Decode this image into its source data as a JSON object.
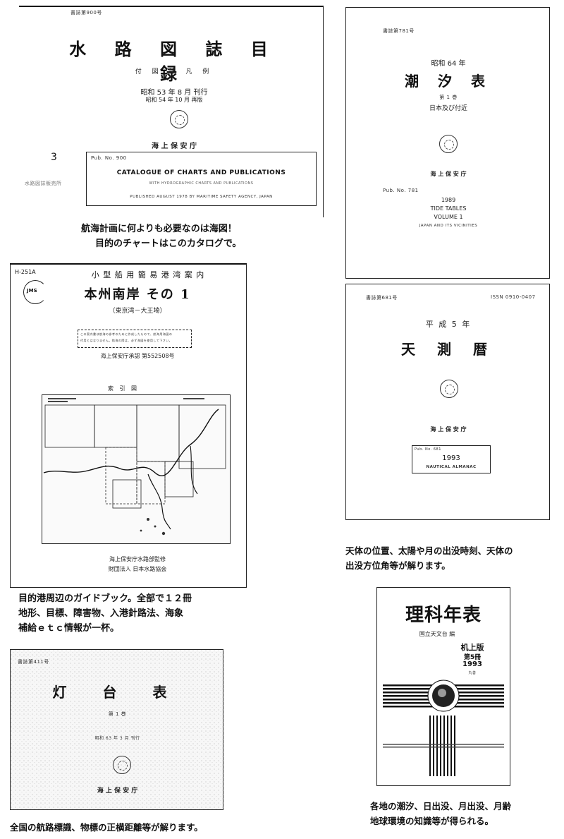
{
  "covers": {
    "catalogue": {
      "code": "書誌第900号",
      "title": "水 路 図 誌 目 録",
      "subtitle": "付 図 誌 凡 例",
      "date1": "昭和 53 年 8 月 刊行",
      "date2": "昭和 54 年 10 月 再版",
      "publisher": "海 上 保 安 庁",
      "side_number": "3",
      "side_text": "水路図誌販売所",
      "english_no": "Pub. No. 900",
      "english_title": "CATALOGUE OF CHARTS AND PUBLICATIONS",
      "english_sub": "WITH HYDROGRAPHIC CHARTS AND PUBLICATIONS",
      "english_pub": "PUBLISHED AUGUST 1978 BY MARITIME SAFETY AGENCY, JAPAN"
    },
    "tide": {
      "code": "書誌第781号",
      "year": "昭和 64 年",
      "title": "潮 汐 表",
      "volume": "第 1 巻",
      "region": "日本及び付近",
      "publisher": "海 上 保 安 庁",
      "pub_no": "Pub. No. 781",
      "en_year": "1989",
      "en_title": "TIDE TABLES",
      "en_volume": "VOLUME 1",
      "en_region": "JAPAN AND ITS VICINITIES"
    },
    "guide": {
      "code": "H-251A",
      "series": "小 型 船 用 簡 易 港 湾 案 内",
      "badge": "JMS",
      "title": "本州南岸 その 1",
      "range": "（東京湾－大王埼）",
      "notice_line1": "この案内書は航海の参考のために作成したもので、航海用海図の",
      "notice_line2": "代用とはなりません。航海の際は、必ず海図を使用して下さい。",
      "approval": "海上保安庁承認 第552508号",
      "index_title": "索 引 図",
      "footer1": "海上保安庁水路部監修",
      "footer2": "財団法人 日本水路協会"
    },
    "almanac": {
      "code": "書誌第681号",
      "issn": "ISSN 0910-0407",
      "year": "平 成 5 年",
      "title": "天 測 暦",
      "publisher": "海 上 保 安 庁",
      "pub_no": "Pub. No. 681",
      "en_year": "1993",
      "en_title": "NAUTICAL ALMANAC"
    },
    "lights": {
      "code": "書誌第411号",
      "title": "灯 台 表",
      "volume": "第 1 巻",
      "date1": "昭和 63 年 3 月 刊行",
      "publisher": "海 上 保 安 庁"
    },
    "rika": {
      "title": "理科年表",
      "editor": "国立天文台 編",
      "edition": "机上版",
      "vol": "第5冊",
      "year": "1993",
      "tag": "丸善"
    }
  },
  "captions": {
    "catalogue": [
      "航海計画に何よりも必要なのは海図！",
      "目的のチャートはこのカタログで。"
    ],
    "almanac": [
      "天体の位置、太陽や月の出没時刻、天体の",
      "出没方位角等が解ります。"
    ],
    "guide": [
      "目的港周辺のガイドブック。全部で１２冊",
      "地形、目標、障害物、入港針路法、海象",
      "補給ｅｔｃ情報が一杯。"
    ],
    "lights": [
      "全国の航路標識、物標の正横距離等が解ります。"
    ],
    "rika": [
      "各地の潮汐、日出没、月出没、月齢",
      "地球環境の知識等が得られる。"
    ]
  }
}
